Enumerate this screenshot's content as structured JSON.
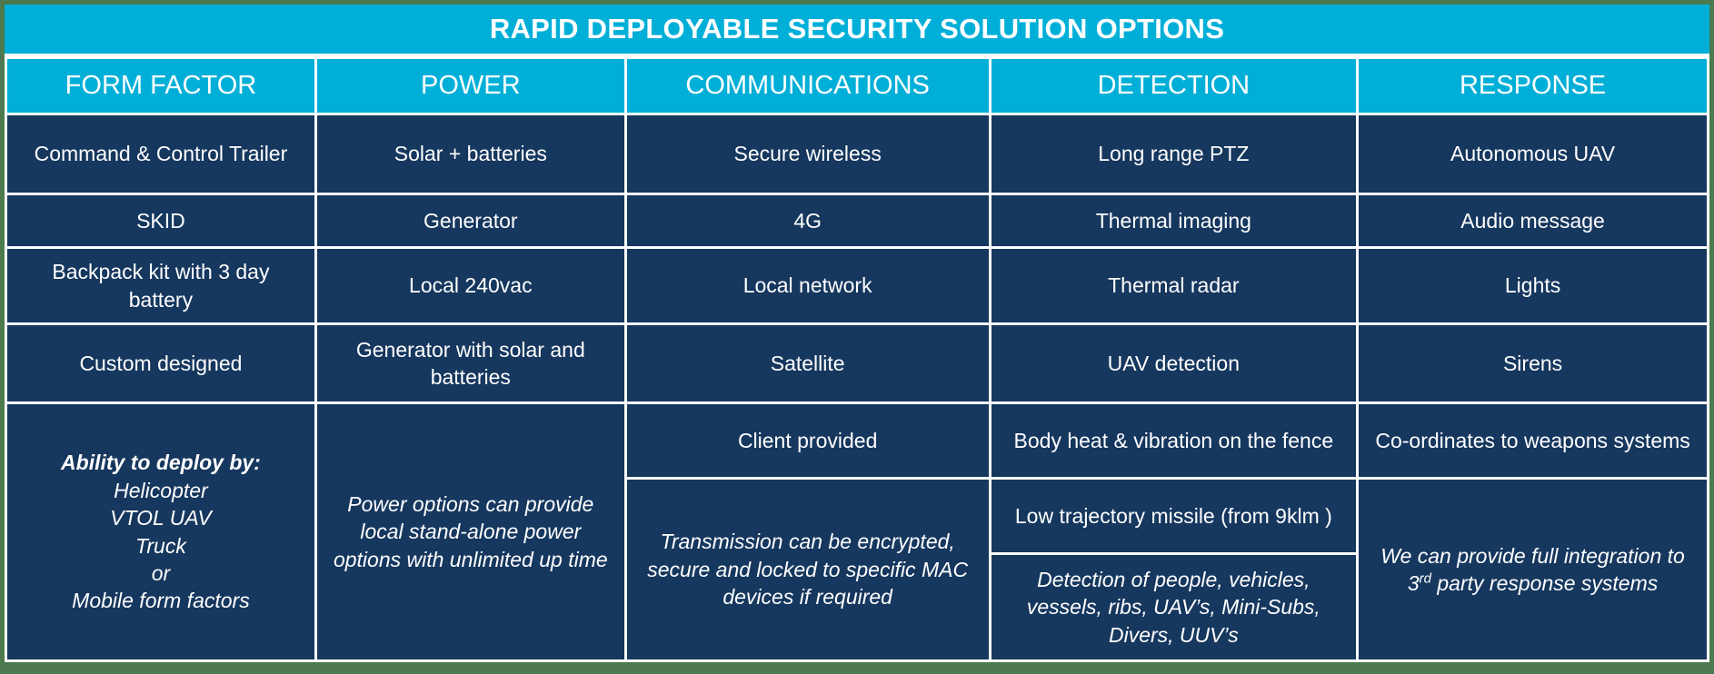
{
  "page": {
    "title": "RAPID DEPLOYABLE SECURITY SOLUTION OPTIONS"
  },
  "colors": {
    "accent_cyan": "#00AFD8",
    "cell_navy": "#16375E",
    "grid_white": "#FFFFFF",
    "frame_green": "#4C7A4E"
  },
  "table": {
    "headers": [
      "FORM FACTOR",
      "POWER",
      "COMMUNICATIONS",
      "DETECTION",
      "RESPONSE"
    ],
    "rows": [
      [
        "Command & Control Trailer",
        "Solar + batteries",
        "Secure wireless",
        "Long range PTZ",
        "Autonomous UAV"
      ],
      [
        "SKID",
        "Generator",
        "4G",
        "Thermal imaging",
        "Audio message"
      ],
      [
        "Backpack kit with 3 day battery",
        "Local 240vac",
        "Local network",
        "Thermal radar",
        "Lights"
      ],
      [
        "Custom designed",
        "Generator with solar and batteries",
        "Satellite",
        "UAV detection",
        "Sirens"
      ]
    ],
    "footer": {
      "form_factor": {
        "heading": "Ability to deploy by:",
        "items": [
          "Helicopter",
          "VTOL UAV",
          "Truck",
          "or",
          "Mobile form factors"
        ]
      },
      "power_note": "Power options can provide local stand-alone power options with unlimited up time",
      "comms_client": "Client provided",
      "comms_note": "Transmission can be encrypted, secure and locked to specific MAC devices if required",
      "detection_body_heat": "Body heat & vibration on the fence",
      "detection_missile": "Low trajectory missile (from 9klm )",
      "detection_note": "Detection of people, vehicles, vessels, ribs, UAV’s, Mini-Subs, Divers, UUV’s",
      "response_coordinates": "Co-ordinates to weapons systems",
      "response_note_prefix": "We can provide full integration to 3",
      "response_note_sup": "rd",
      "response_note_suffix": " party response systems"
    }
  }
}
